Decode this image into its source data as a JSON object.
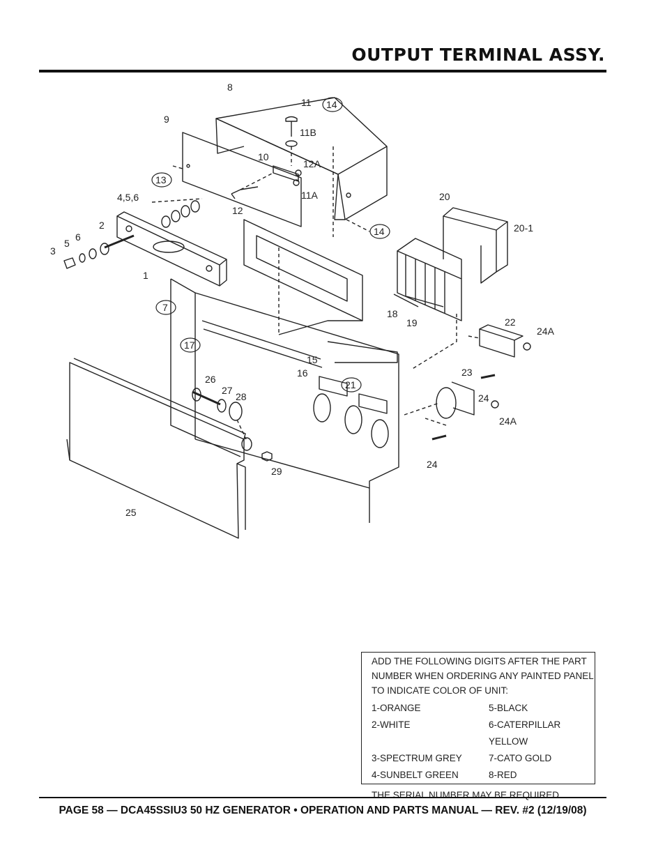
{
  "header": {
    "title": "OUTPUT TERMINAL ASSY."
  },
  "diagram": {
    "labels": [
      "8",
      "11",
      "14",
      "9",
      "11B",
      "10",
      "12A",
      "13",
      "11A",
      "4,5,6",
      "12",
      "14",
      "20",
      "20-1",
      "2",
      "6",
      "5",
      "3",
      "1",
      "7",
      "18",
      "19",
      "22",
      "24A",
      "17",
      "15",
      "16",
      "23",
      "24",
      "21",
      "26",
      "27",
      "28",
      "24A",
      "24",
      "29",
      "25"
    ]
  },
  "note": {
    "intro": "ADD THE FOLLOWING DIGITS AFTER THE PART NUMBER WHEN ORDERING ANY PAINTED PANEL TO INDICATE COLOR OF UNIT:",
    "colors": [
      "1-ORANGE",
      "5-BLACK",
      "2-WHITE",
      "6-CATERPILLAR YELLOW",
      "3-SPECTRUM GREY",
      "7-CATO GOLD",
      "4-SUNBELT GREEN",
      "8-RED"
    ],
    "serial": "THE SERIAL NUMBER MAY BE REQUIRED."
  },
  "footer": {
    "text": "PAGE 58 — DCA45SSIU3 50 HZ GENERATOR • OPERATION AND PARTS MANUAL — REV. #2 (12/19/08)"
  }
}
